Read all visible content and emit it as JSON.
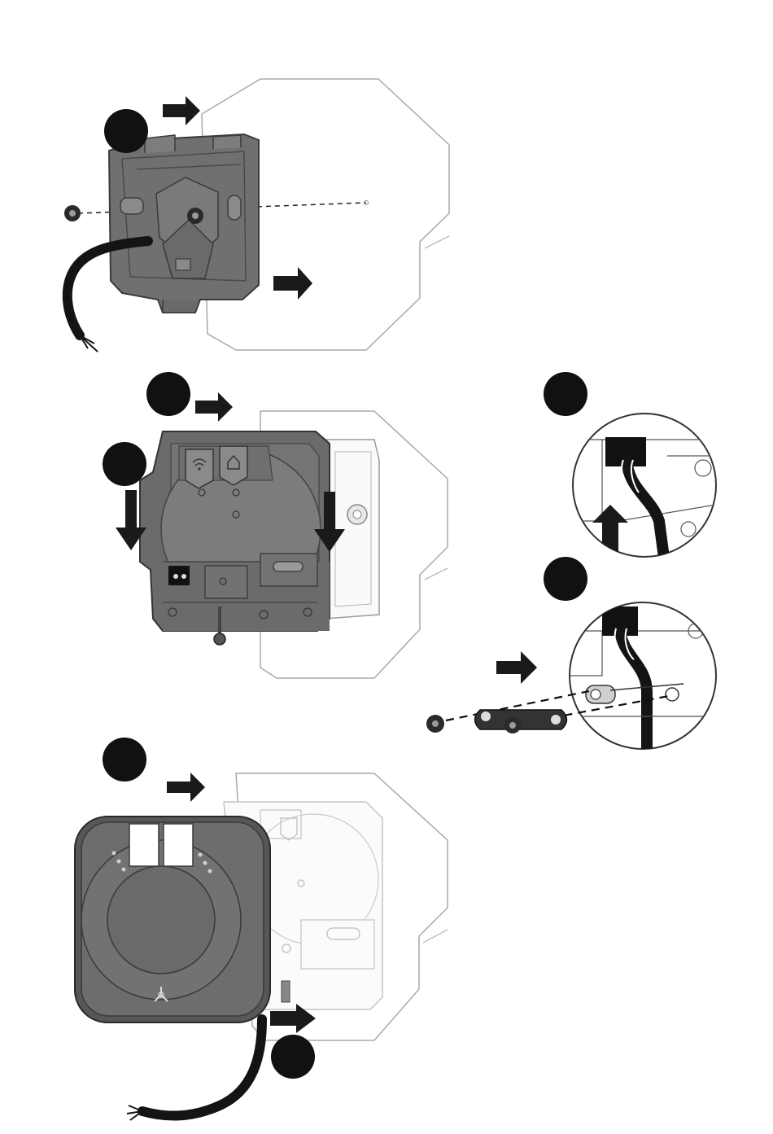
{
  "title": "",
  "colors": {
    "background": "#ffffff",
    "wall_outline": "#a9a9a9",
    "device_body": "#6b6b6b",
    "device_dark": "#575757",
    "device_light": "#8a8a8a",
    "step_marker": "#111111",
    "arrow": "#1a1a1a",
    "cable": "#141414",
    "mount_outline": "#cfcfcf"
  },
  "steps": [
    {
      "name": "step-1-backplate",
      "marker_label": "",
      "icons": [
        "screw-icon",
        "cable-icon",
        "arrow-right-icon"
      ]
    },
    {
      "name": "step-2-device-slide-down",
      "marker_label": "",
      "icons": [
        "wifi-icon",
        "home-icon",
        "arrow-down-icon",
        "arrow-right-icon"
      ]
    },
    {
      "name": "step-3-detail-cable-insert",
      "marker_label": "",
      "icons": [
        "arrow-up-icon"
      ]
    },
    {
      "name": "step-4-detail-strain-relief",
      "marker_label": "",
      "icons": [
        "screw-icon",
        "clamp-icon",
        "arrow-right-icon"
      ]
    },
    {
      "name": "step-5-front-cover",
      "marker_label": "",
      "icons": [
        "logo-icon",
        "arrow-right-icon"
      ]
    }
  ]
}
